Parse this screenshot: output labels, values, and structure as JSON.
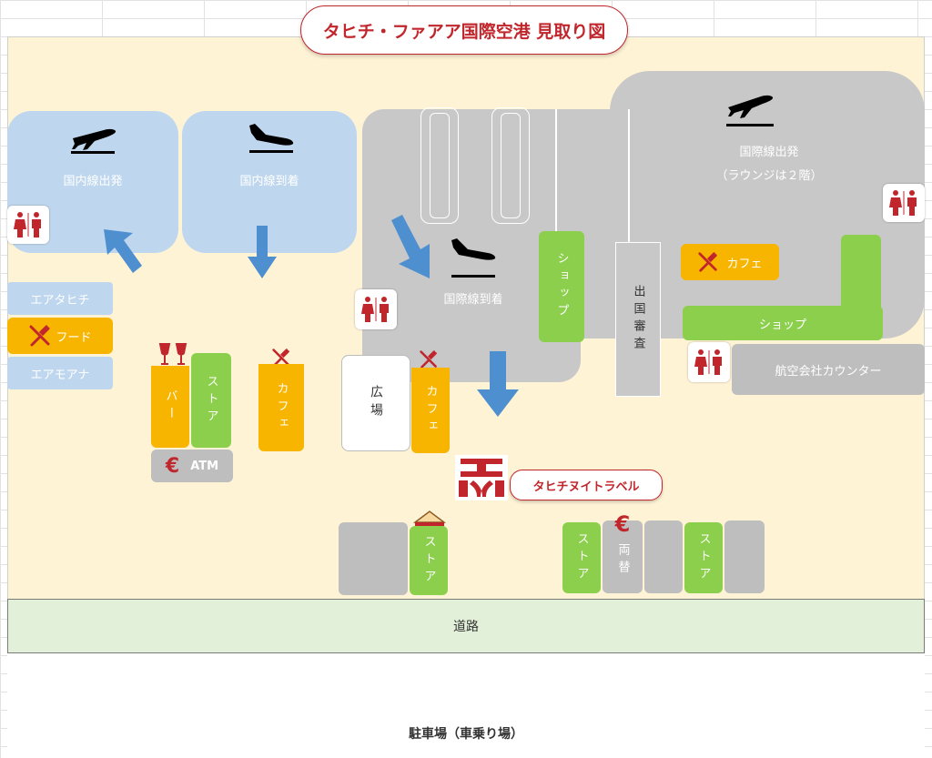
{
  "title": "タヒチ・ファアア国際空港 見取り図",
  "zones": {
    "domestic_departure": "国内線出発",
    "domestic_arrival": "国内線到着",
    "international_arrival": "国際線到着",
    "international_departure": "国際線出発",
    "international_departure_note": "（ラウンジは２階）"
  },
  "shops": {
    "air_tahiti": "エアタヒチ",
    "food": "フード",
    "air_moana": "エアモアナ",
    "bar": "バー",
    "store": "ストア",
    "cafe": "カフェ",
    "atm": "ATM",
    "plaza": "広場",
    "shop": "ショップ",
    "immigration": "出国審査",
    "airline_counter": "航空会社カウンター",
    "exchange": "両替",
    "travel_agency": "タヒチヌイトラベル"
  },
  "road": "道路",
  "parking": "駐車場（車乗り場）",
  "colors": {
    "red": "#c0262c",
    "blue_zone": "#bfd7ee",
    "gray_zone": "#c8c8c8",
    "green": "#8ccf4d",
    "yellow": "#f7b500",
    "arrow": "#4e8fd0",
    "road": "#e2f0d9",
    "background": "#fff3d6"
  },
  "icons": [
    "plane-takeoff-icon",
    "plane-landing-icon",
    "restroom-icon",
    "fork-knife-icon",
    "wine-glasses-icon",
    "euro-icon",
    "sandwich-icon",
    "travel-logo-icon",
    "arrow-icon"
  ]
}
